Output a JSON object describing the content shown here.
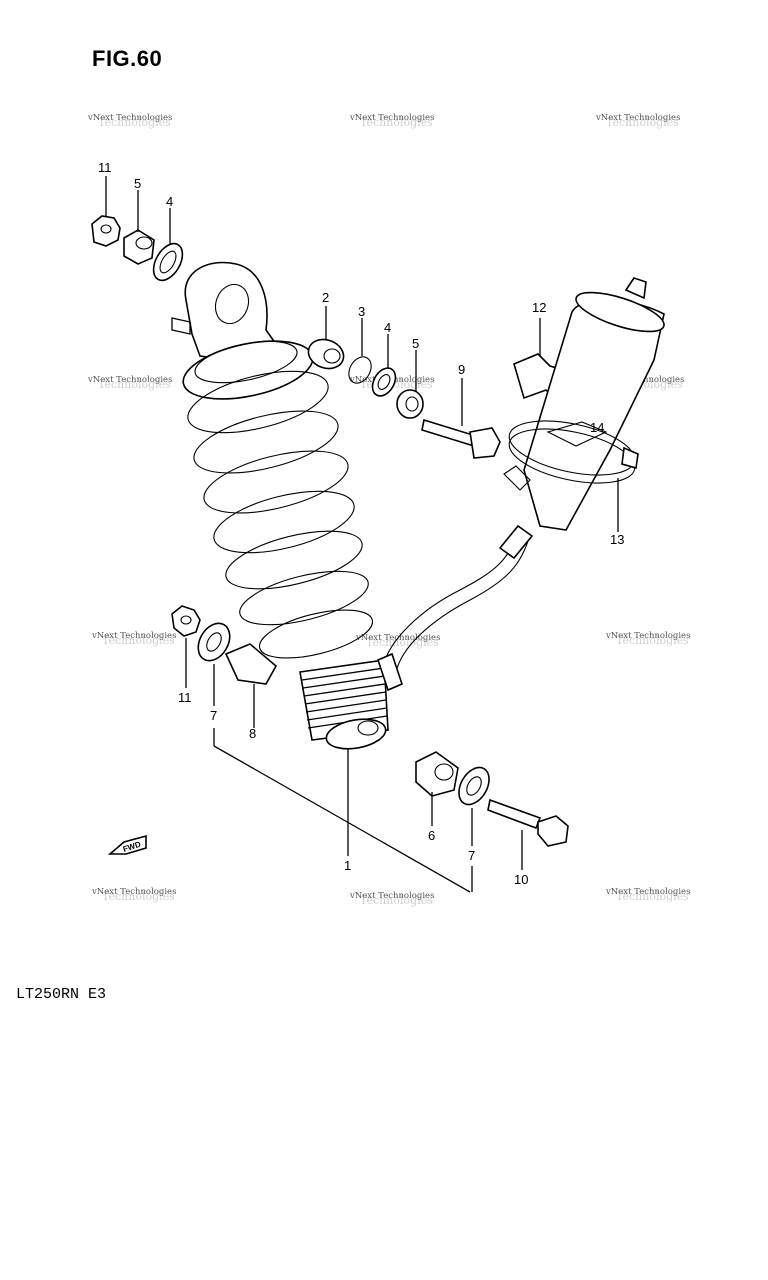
{
  "figure": {
    "title": "FIG.60"
  },
  "model": {
    "code": "LT250RN E3"
  },
  "fwd_label": "FWD",
  "watermark": {
    "line1": "vNext Technologies",
    "line2": "Technologies"
  },
  "callouts": {
    "c1": "1",
    "c2": "2",
    "c3": "3",
    "c4a": "4",
    "c4b": "4",
    "c5a": "5",
    "c5b": "5",
    "c6": "6",
    "c7a": "7",
    "c7b": "7",
    "c8": "8",
    "c9": "9",
    "c10": "10",
    "c11a": "11",
    "c11b": "11",
    "c12": "12",
    "c13": "13",
    "c14": "14"
  }
}
